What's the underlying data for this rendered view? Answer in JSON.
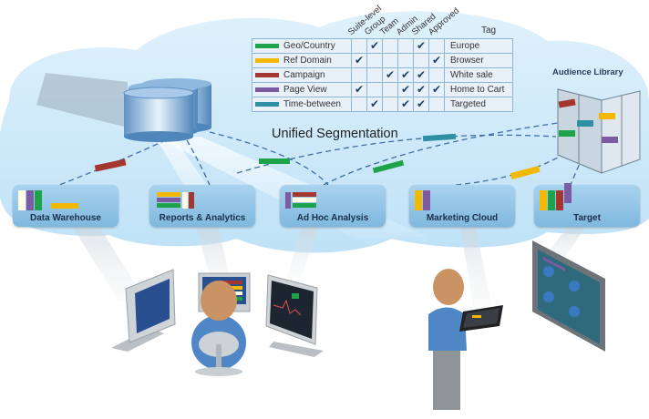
{
  "title": "Unified Segmentation",
  "audience_library": {
    "label": "Audience Library"
  },
  "colors": {
    "green": "#1fa34a",
    "yellow": "#f5b800",
    "red": "#a3362f",
    "purple": "#7c5ba3",
    "teal": "#2f8fa3",
    "white": "#fffbe6"
  },
  "segment_table": {
    "columns": [
      "Suite-level",
      "Group",
      "Team",
      "Admin",
      "Shared",
      "Approved"
    ],
    "tag_header": "Tag",
    "rows": [
      {
        "label": "Geo/Country",
        "color": "green",
        "checks": [
          false,
          true,
          false,
          false,
          true,
          false
        ],
        "tag": "Europe"
      },
      {
        "label": "Ref Domain",
        "color": "yellow",
        "checks": [
          true,
          false,
          false,
          false,
          false,
          true
        ],
        "tag": "Browser"
      },
      {
        "label": "Campaign",
        "color": "red",
        "checks": [
          false,
          false,
          true,
          true,
          true,
          false
        ],
        "tag": "White sale"
      },
      {
        "label": "Page View",
        "color": "purple",
        "checks": [
          true,
          false,
          false,
          true,
          true,
          true
        ],
        "tag": "Home to Cart"
      },
      {
        "label": "Time-between",
        "color": "teal",
        "checks": [
          false,
          true,
          false,
          true,
          true,
          false
        ],
        "tag": "Targeted"
      }
    ],
    "check_glyph": "✔"
  },
  "destinations": [
    {
      "label": "Data Warehouse",
      "segments": [
        "white",
        "purple",
        "green",
        "yellow"
      ]
    },
    {
      "label": "Reports & Analytics",
      "segments": [
        "yellow",
        "purple",
        "green",
        "white",
        "red"
      ]
    },
    {
      "label": "Ad Hoc Analysis",
      "segments": [
        "purple",
        "red",
        "white",
        "green"
      ]
    },
    {
      "label": "Marketing Cloud",
      "segments": [
        "yellow",
        "purple"
      ]
    },
    {
      "label": "Target",
      "segments": [
        "yellow",
        "green",
        "red",
        "purple"
      ]
    }
  ],
  "icons": [
    "database-icon",
    "server-rack-icon",
    "cloud-icon",
    "monitor-icon",
    "person-icon",
    "tablet-icon",
    "wall-display-icon"
  ]
}
